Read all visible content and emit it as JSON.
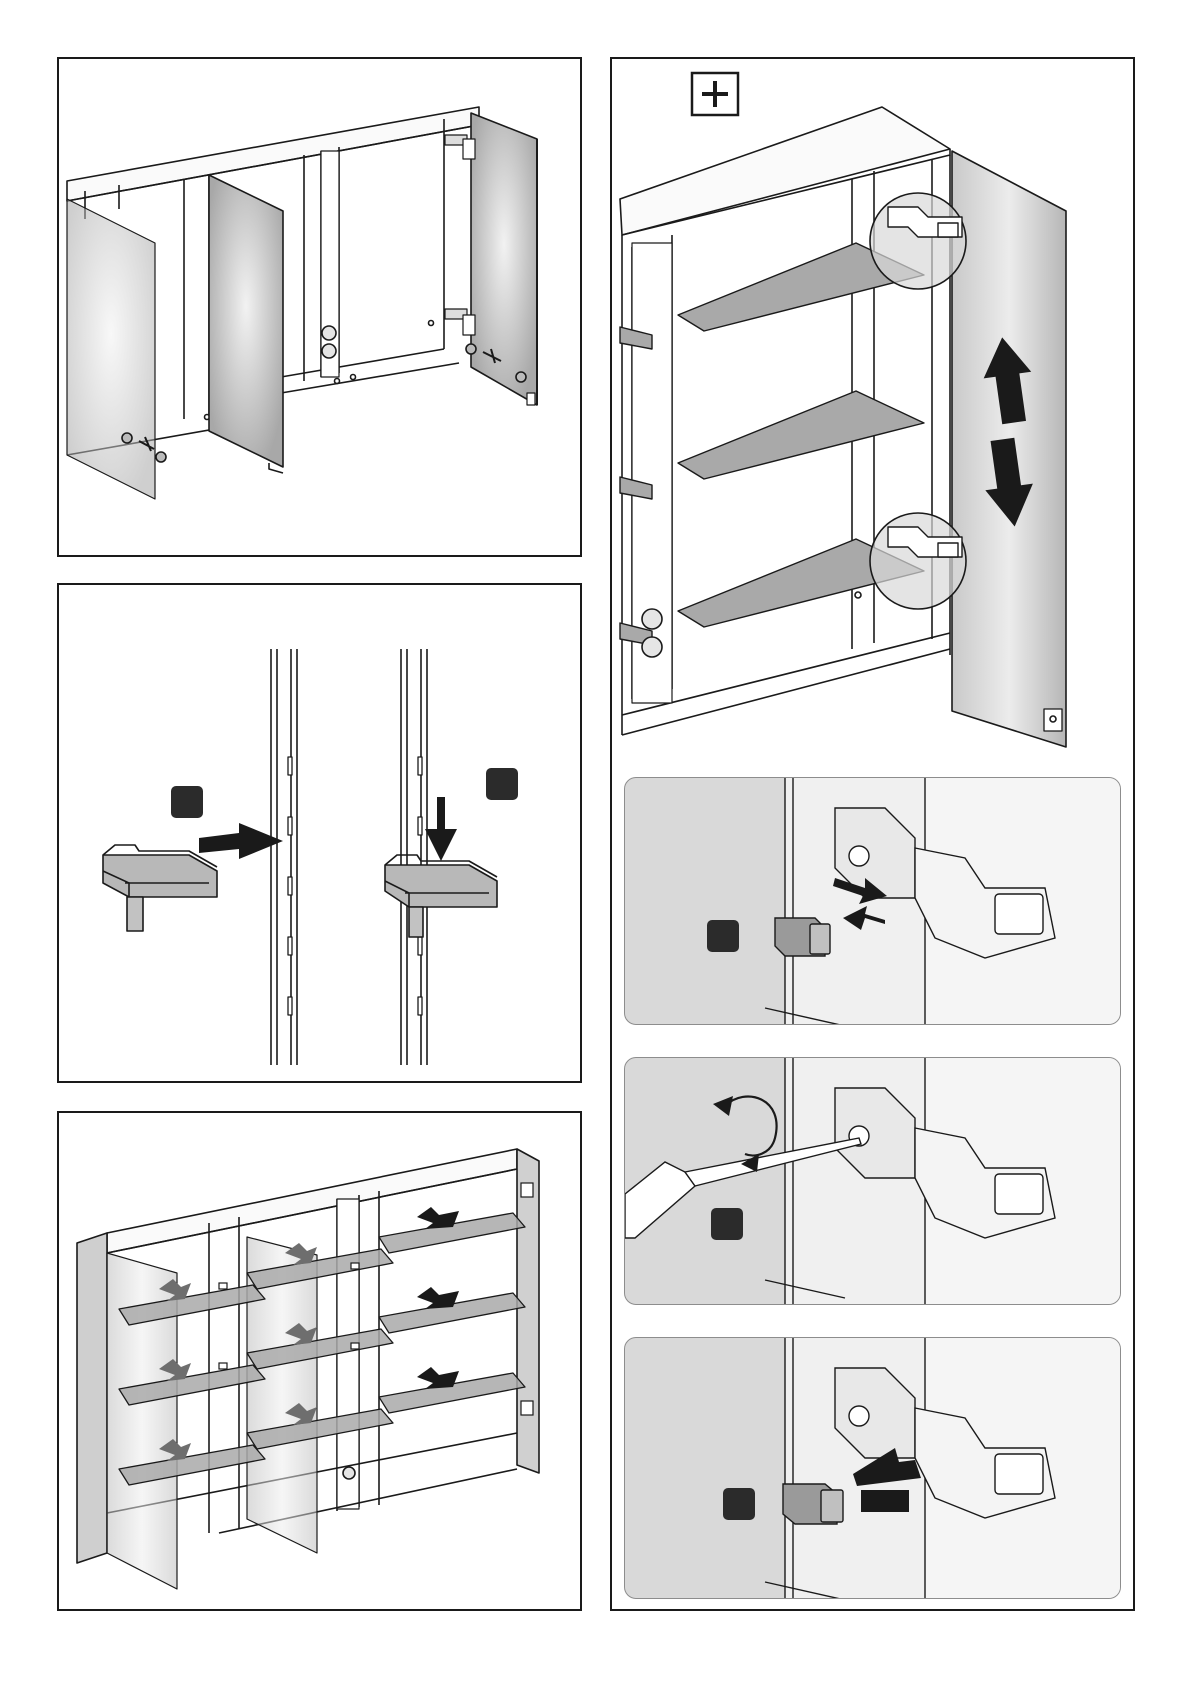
{
  "page": {
    "background": "#ffffff"
  },
  "colors": {
    "stroke": "#1a1a1a",
    "mirror": "#d4d4d4",
    "shelf": "#a9a9a9",
    "subpanel_bg": "#d9d9d9",
    "marker": "#2b2b2b"
  },
  "panels": [
    {
      "id": "mounting-doors",
      "icons": [
        "hinge-icon",
        "screw-icon"
      ]
    },
    {
      "id": "shelf-support-insertion",
      "icons": [
        "support-clip-icon",
        "arrow-icon"
      ]
    },
    {
      "id": "shelves-inserted",
      "icons": [
        "arrow-icon"
      ]
    },
    {
      "id": "hinge-adjustment",
      "icons": [
        "plus-icon",
        "double-arrow-icon",
        "magnifier-circle-icon"
      ],
      "substeps": [
        {
          "id": "remove-cap",
          "icons": [
            "cap-icon",
            "arrow-icon"
          ]
        },
        {
          "id": "turn-screw",
          "icons": [
            "screwdriver-icon",
            "rotate-icon"
          ]
        },
        {
          "id": "refit-cap",
          "icons": [
            "cap-icon",
            "arrow-icon"
          ]
        }
      ]
    }
  ]
}
